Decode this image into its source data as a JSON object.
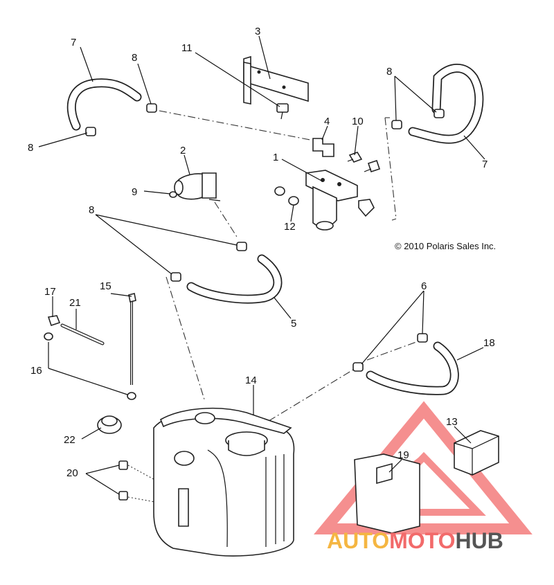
{
  "copyright": "© 2010 Polaris Sales Inc.",
  "watermark": {
    "part1": "AUTO",
    "part2": "MOTO",
    "part3": "HUB",
    "colors": {
      "auto": "#f5b642",
      "moto": "#f26a6a",
      "hub": "#555555",
      "triangle": "#f26a6a"
    }
  },
  "callouts": {
    "c1": "1",
    "c2": "2",
    "c3": "3",
    "c4": "4",
    "c5": "5",
    "c6": "6",
    "c7a": "7",
    "c7b": "7",
    "c8a": "8",
    "c8b": "8",
    "c8c": "8",
    "c8d": "8",
    "c9": "9",
    "c10": "10",
    "c11": "11",
    "c12": "12",
    "c13": "13",
    "c14": "14",
    "c15": "15",
    "c16": "16",
    "c17": "17",
    "c18": "18",
    "c19": "19",
    "c20": "20",
    "c21": "21",
    "c22": "22"
  }
}
